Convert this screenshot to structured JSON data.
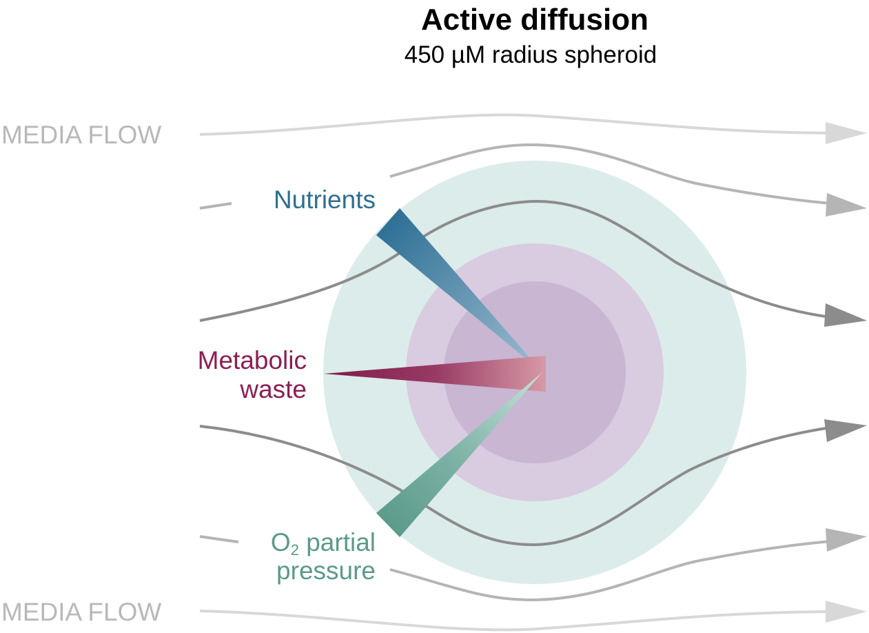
{
  "title": "Active diffusion",
  "subtitle": "450 µM radius spheroid",
  "labels": {
    "media_flow_top": "MEDIA FLOW",
    "media_flow_bottom": "MEDIA FLOW",
    "nutrients": "Nutrients",
    "metabolic_line1": "Metabolic",
    "metabolic_line2": "waste",
    "o2_main": "O",
    "o2_sub": "2",
    "o2_rest": " partial",
    "pressure": "pressure"
  },
  "colors": {
    "outer_zone": "#dcecea",
    "middle_zone": "#d9cbe0",
    "inner_zone": "#c8b6d2",
    "nutrients": "#2e6e93",
    "metabolic_waste": "#8a1f52",
    "o2_partial_pressure": "#5b9a8b",
    "media_flow_text": "#b8b8b8",
    "flow_light": "#d6d6d6",
    "flow_mid": "#b3b3b3",
    "flow_dark": "#8c8c8c"
  }
}
